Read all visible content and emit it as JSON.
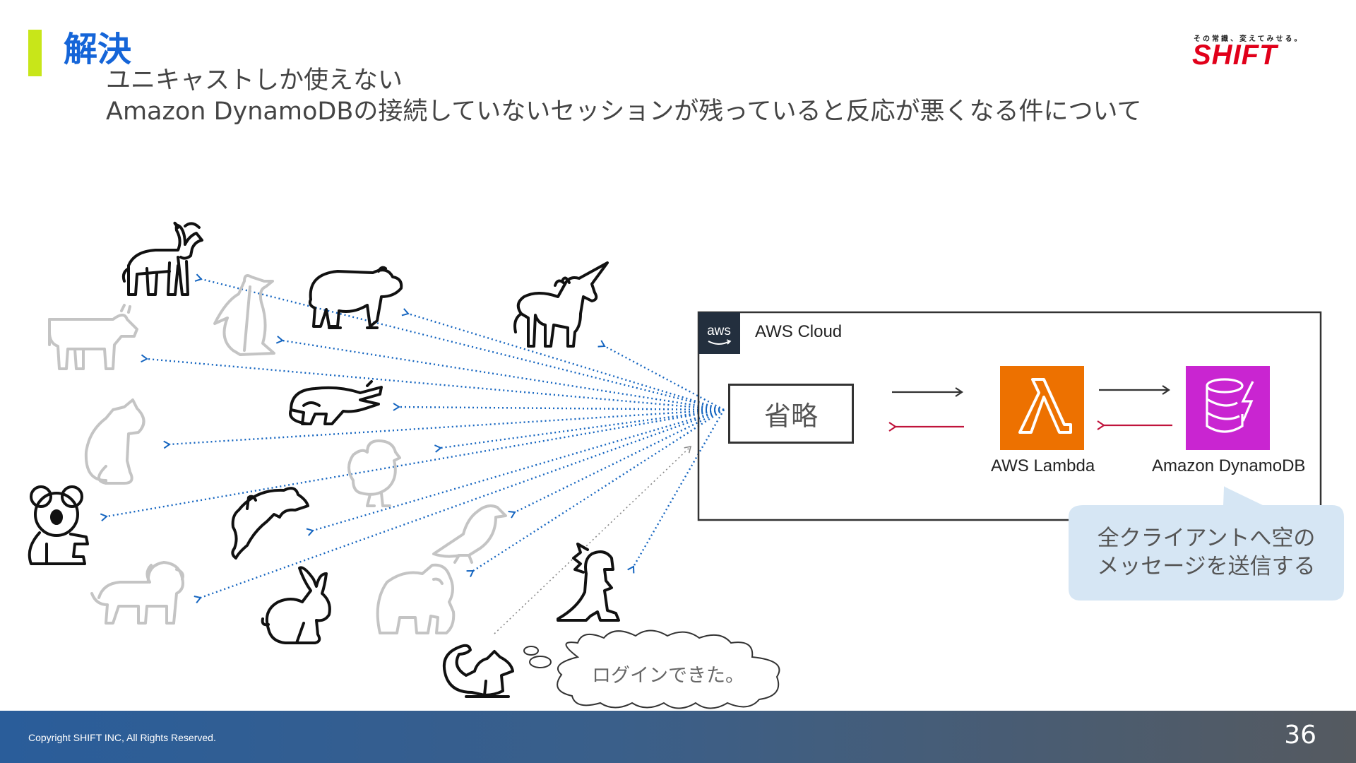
{
  "header": {
    "title": "解決",
    "subtitle_line1": "ユニキャストしか使えない",
    "subtitle_line2": "Amazon DynamoDBの接続していないセッションが残っていると反応が悪くなる件について"
  },
  "logo": {
    "tagline": "その常識、変えてみせる。",
    "name": "SHIFT"
  },
  "aws": {
    "cloud_label": "AWS Cloud",
    "badge_text": "aws",
    "omitted_label": "省略",
    "lambda_label": "AWS Lambda",
    "dynamodb_label": "Amazon DynamoDB"
  },
  "callout": {
    "line1": "全クライアントへ空の",
    "line2": "メッセージを送信する"
  },
  "thought_bubble": {
    "text": "ログインできた。"
  },
  "footer": {
    "copyright": "Copyright SHIFT INC, All Rights Reserved.",
    "page_number": "36"
  },
  "colors": {
    "accent": "#c8e619",
    "title": "#1565d8",
    "dotted_arrow": "#1565c0",
    "response_arrow": "#c0143c",
    "lambda_bg": "#ed7100",
    "dynamodb_bg": "#c925d1",
    "callout_bg": "#d6e6f4",
    "logo_red": "#e1001a"
  },
  "icons": {
    "active_clients": [
      "goat-icon",
      "bear-icon",
      "unicorn-icon",
      "crocodile-icon",
      "koala-icon",
      "dolphin-icon",
      "rabbit-icon",
      "dinosaur-icon",
      "squirrel-icon"
    ],
    "inactive_clients": [
      "cow-icon",
      "penguin-icon",
      "cat-icon",
      "chick-icon",
      "bird-icon",
      "lion-icon",
      "gorilla-icon"
    ]
  }
}
